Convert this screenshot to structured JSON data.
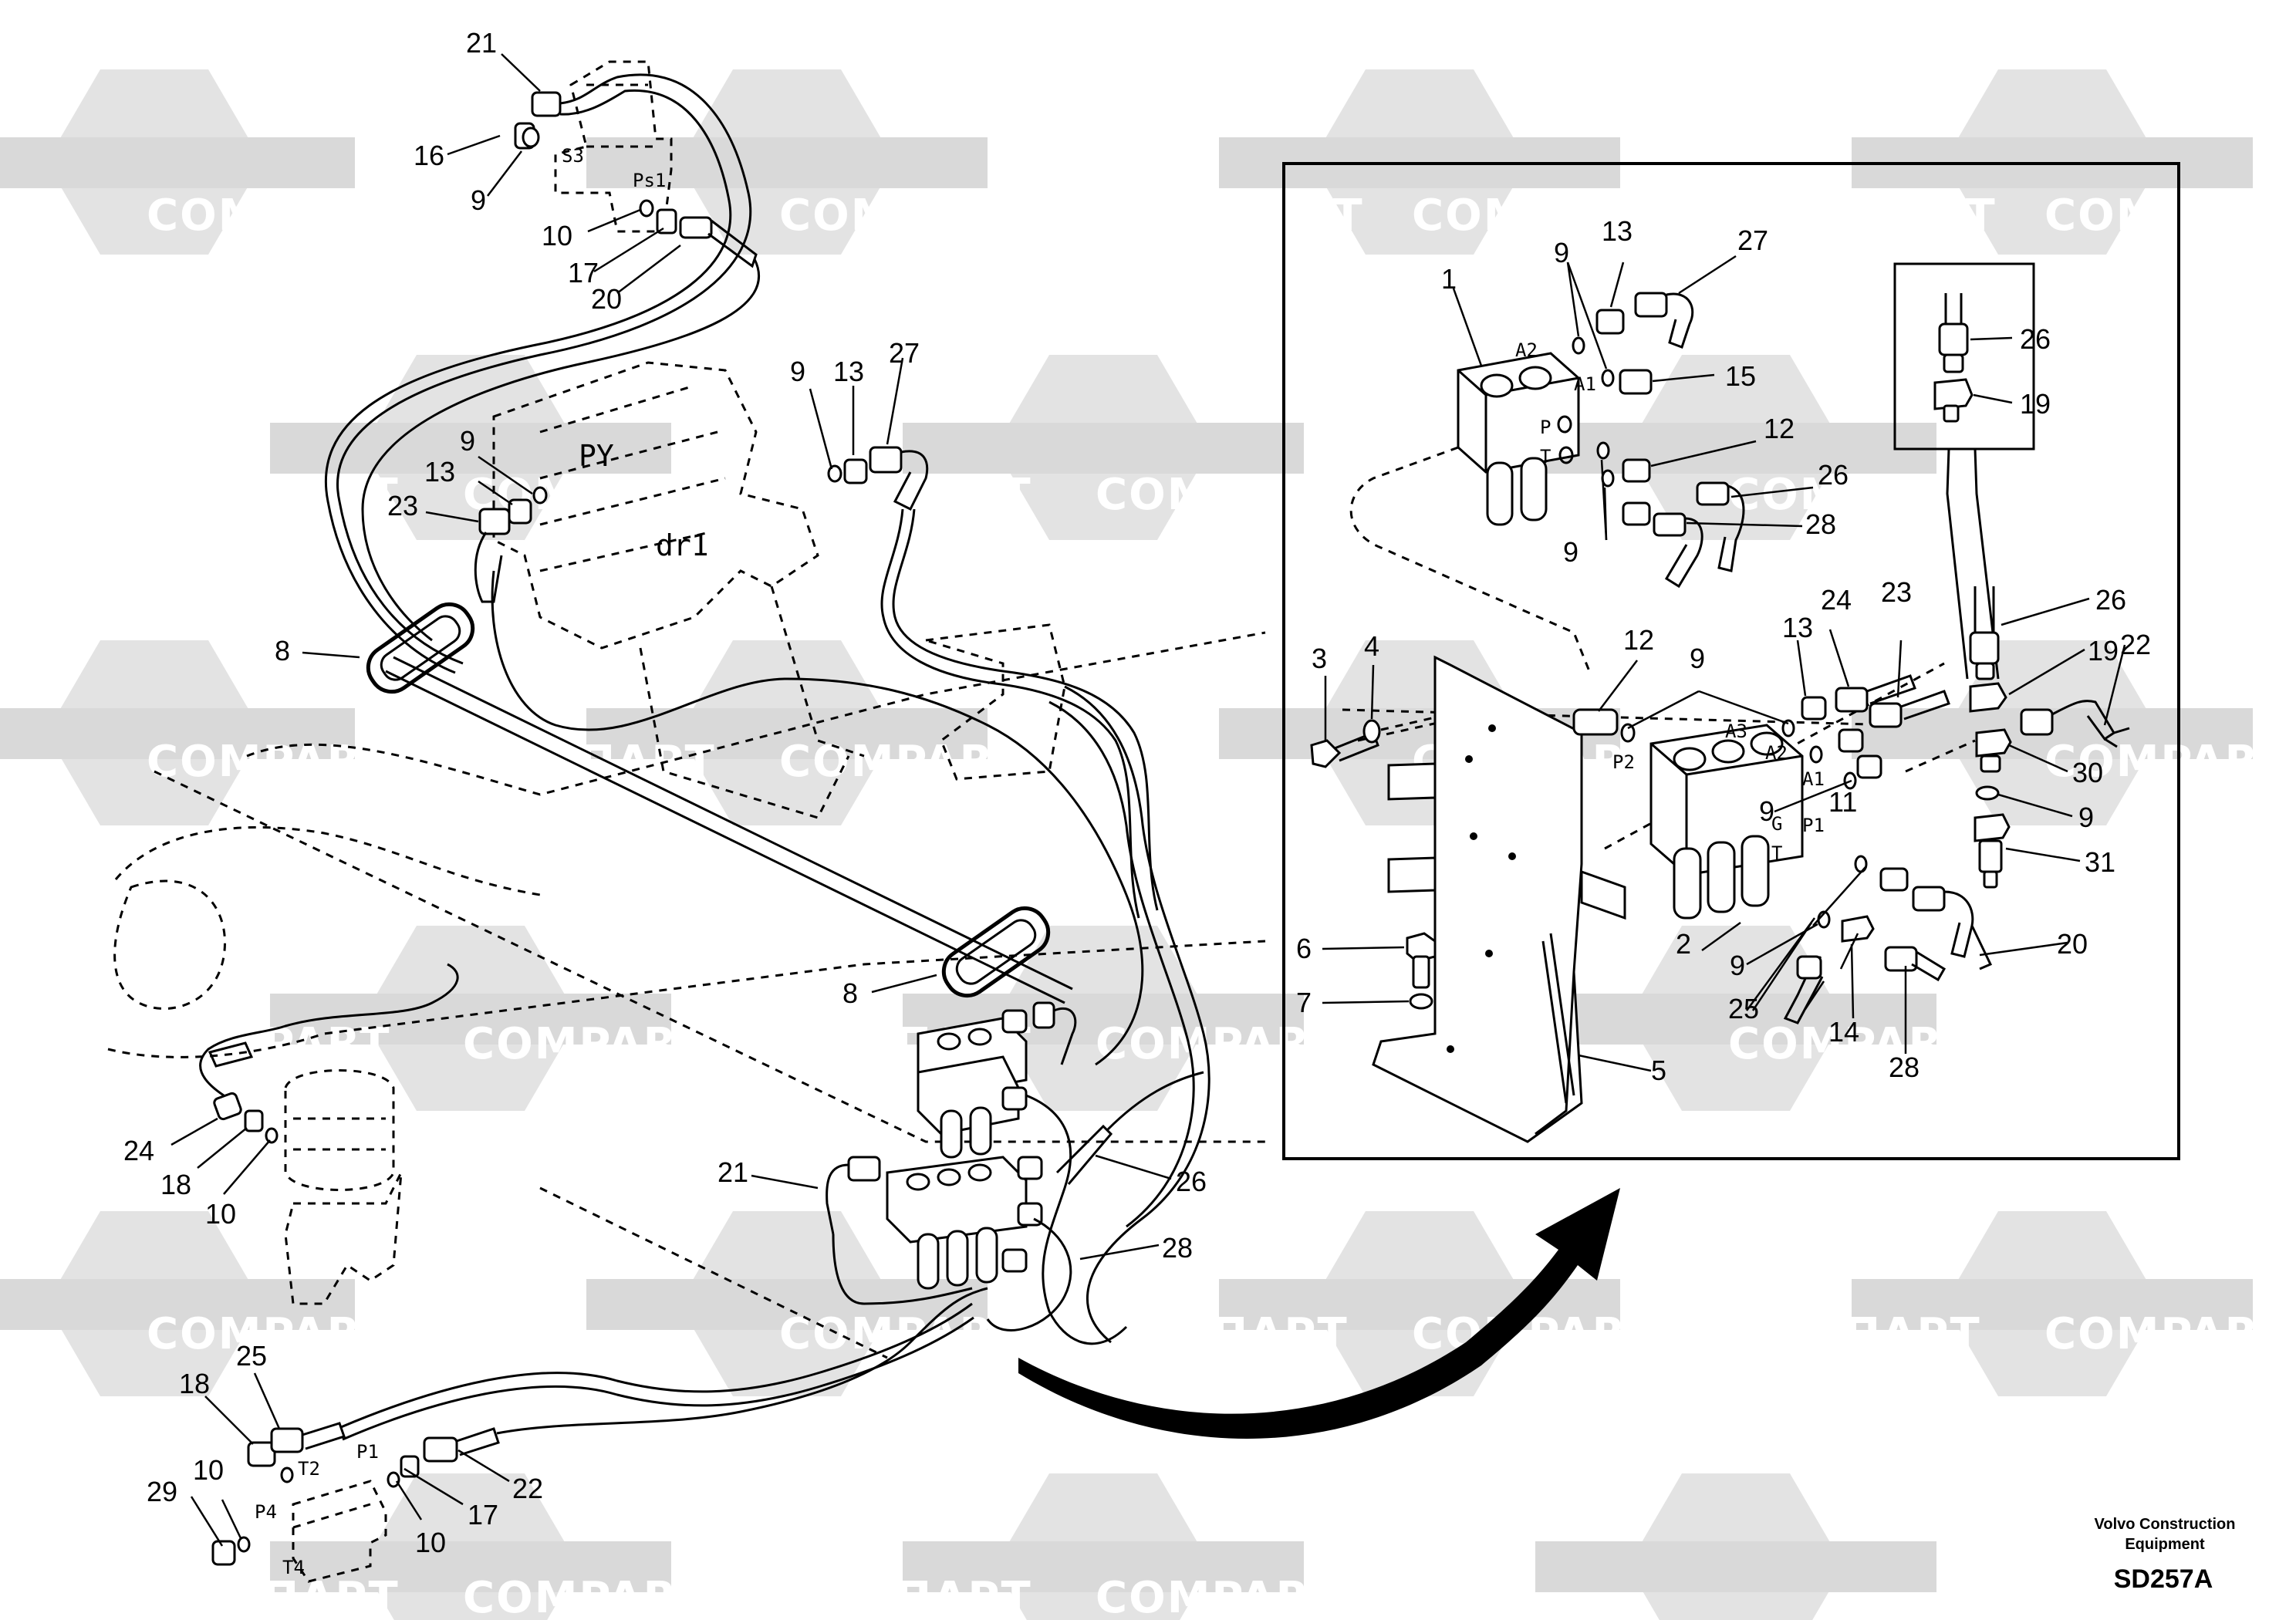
{
  "watermarks": [
    {
      "text": "COMPART"
    },
    {
      "text": "KOMПAPT"
    }
  ],
  "labels": {
    "port_s3": "S3",
    "port_ps1": "Ps1",
    "port_py": "PY",
    "port_dr1": "dr1",
    "port_a1": "A1",
    "port_a2": "A2",
    "port_a3": "A3",
    "port_p": "P",
    "port_t": "T",
    "port_p1": "P1",
    "port_p2": "P2",
    "port_g": "G",
    "port_t2": "T2",
    "port_p4": "P4",
    "port_t4": "T4"
  },
  "callouts": {
    "c1": "1",
    "c2": "2",
    "c3": "3",
    "c4": "4",
    "c5": "5",
    "c6": "6",
    "c7": "7",
    "c8": "8",
    "c9": "9",
    "c10": "10",
    "c11": "11",
    "c12": "12",
    "c13": "13",
    "c14": "14",
    "c15": "15",
    "c16": "16",
    "c17": "17",
    "c18": "18",
    "c19": "19",
    "c20": "20",
    "c21": "21",
    "c22": "22",
    "c23": "23",
    "c24": "24",
    "c25": "25",
    "c26": "26",
    "c27": "27",
    "c28": "28",
    "c29": "29",
    "c30": "30",
    "c31": "31"
  },
  "footer": {
    "brand_line1": "Volvo Construction",
    "brand_line2": "Equipment",
    "drawing_code": "SD257A"
  }
}
